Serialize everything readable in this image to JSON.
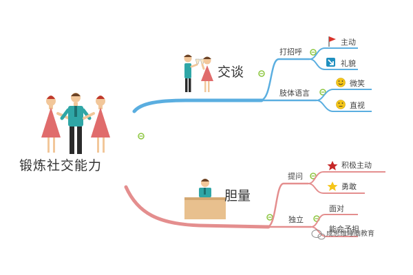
{
  "root": {
    "title": "锻炼社交能力"
  },
  "branches": [
    {
      "title": "交谈",
      "color": "#5aaee0",
      "children": [
        {
          "label": "打招呼",
          "leaves": [
            {
              "label": "主动",
              "icon": "red-flag-icon"
            },
            {
              "label": "礼貌",
              "icon": "down-right-arrow-icon"
            }
          ]
        },
        {
          "label": "肢体语言",
          "leaves": [
            {
              "label": "微笑",
              "icon": "smiley-face-icon"
            },
            {
              "label": "直视",
              "icon": "neutral-face-icon"
            }
          ]
        }
      ]
    },
    {
      "title": "胆量",
      "color": "#e48e8e",
      "children": [
        {
          "label": "提问",
          "leaves": [
            {
              "label": "积极主动",
              "icon": "red-star-icon"
            },
            {
              "label": "勇敢",
              "icon": "gold-star-icon"
            }
          ]
        },
        {
          "label": "独立",
          "leaves": [
            {
              "label": "面对",
              "icon": ""
            },
            {
              "label": "能会予担",
              "icon": ""
            }
          ]
        }
      ]
    }
  ],
  "watermark": "成思维睡脑教育",
  "colors": {
    "blue_branch": "#5aaee0",
    "red_branch": "#e48e8e",
    "collapse_dot": "#8cc63f",
    "flag": "#d9342b",
    "arrow_tile": "#1f8fbf",
    "face": "#f5c518",
    "star_red": "#c62828",
    "star_gold": "#f5c518"
  }
}
